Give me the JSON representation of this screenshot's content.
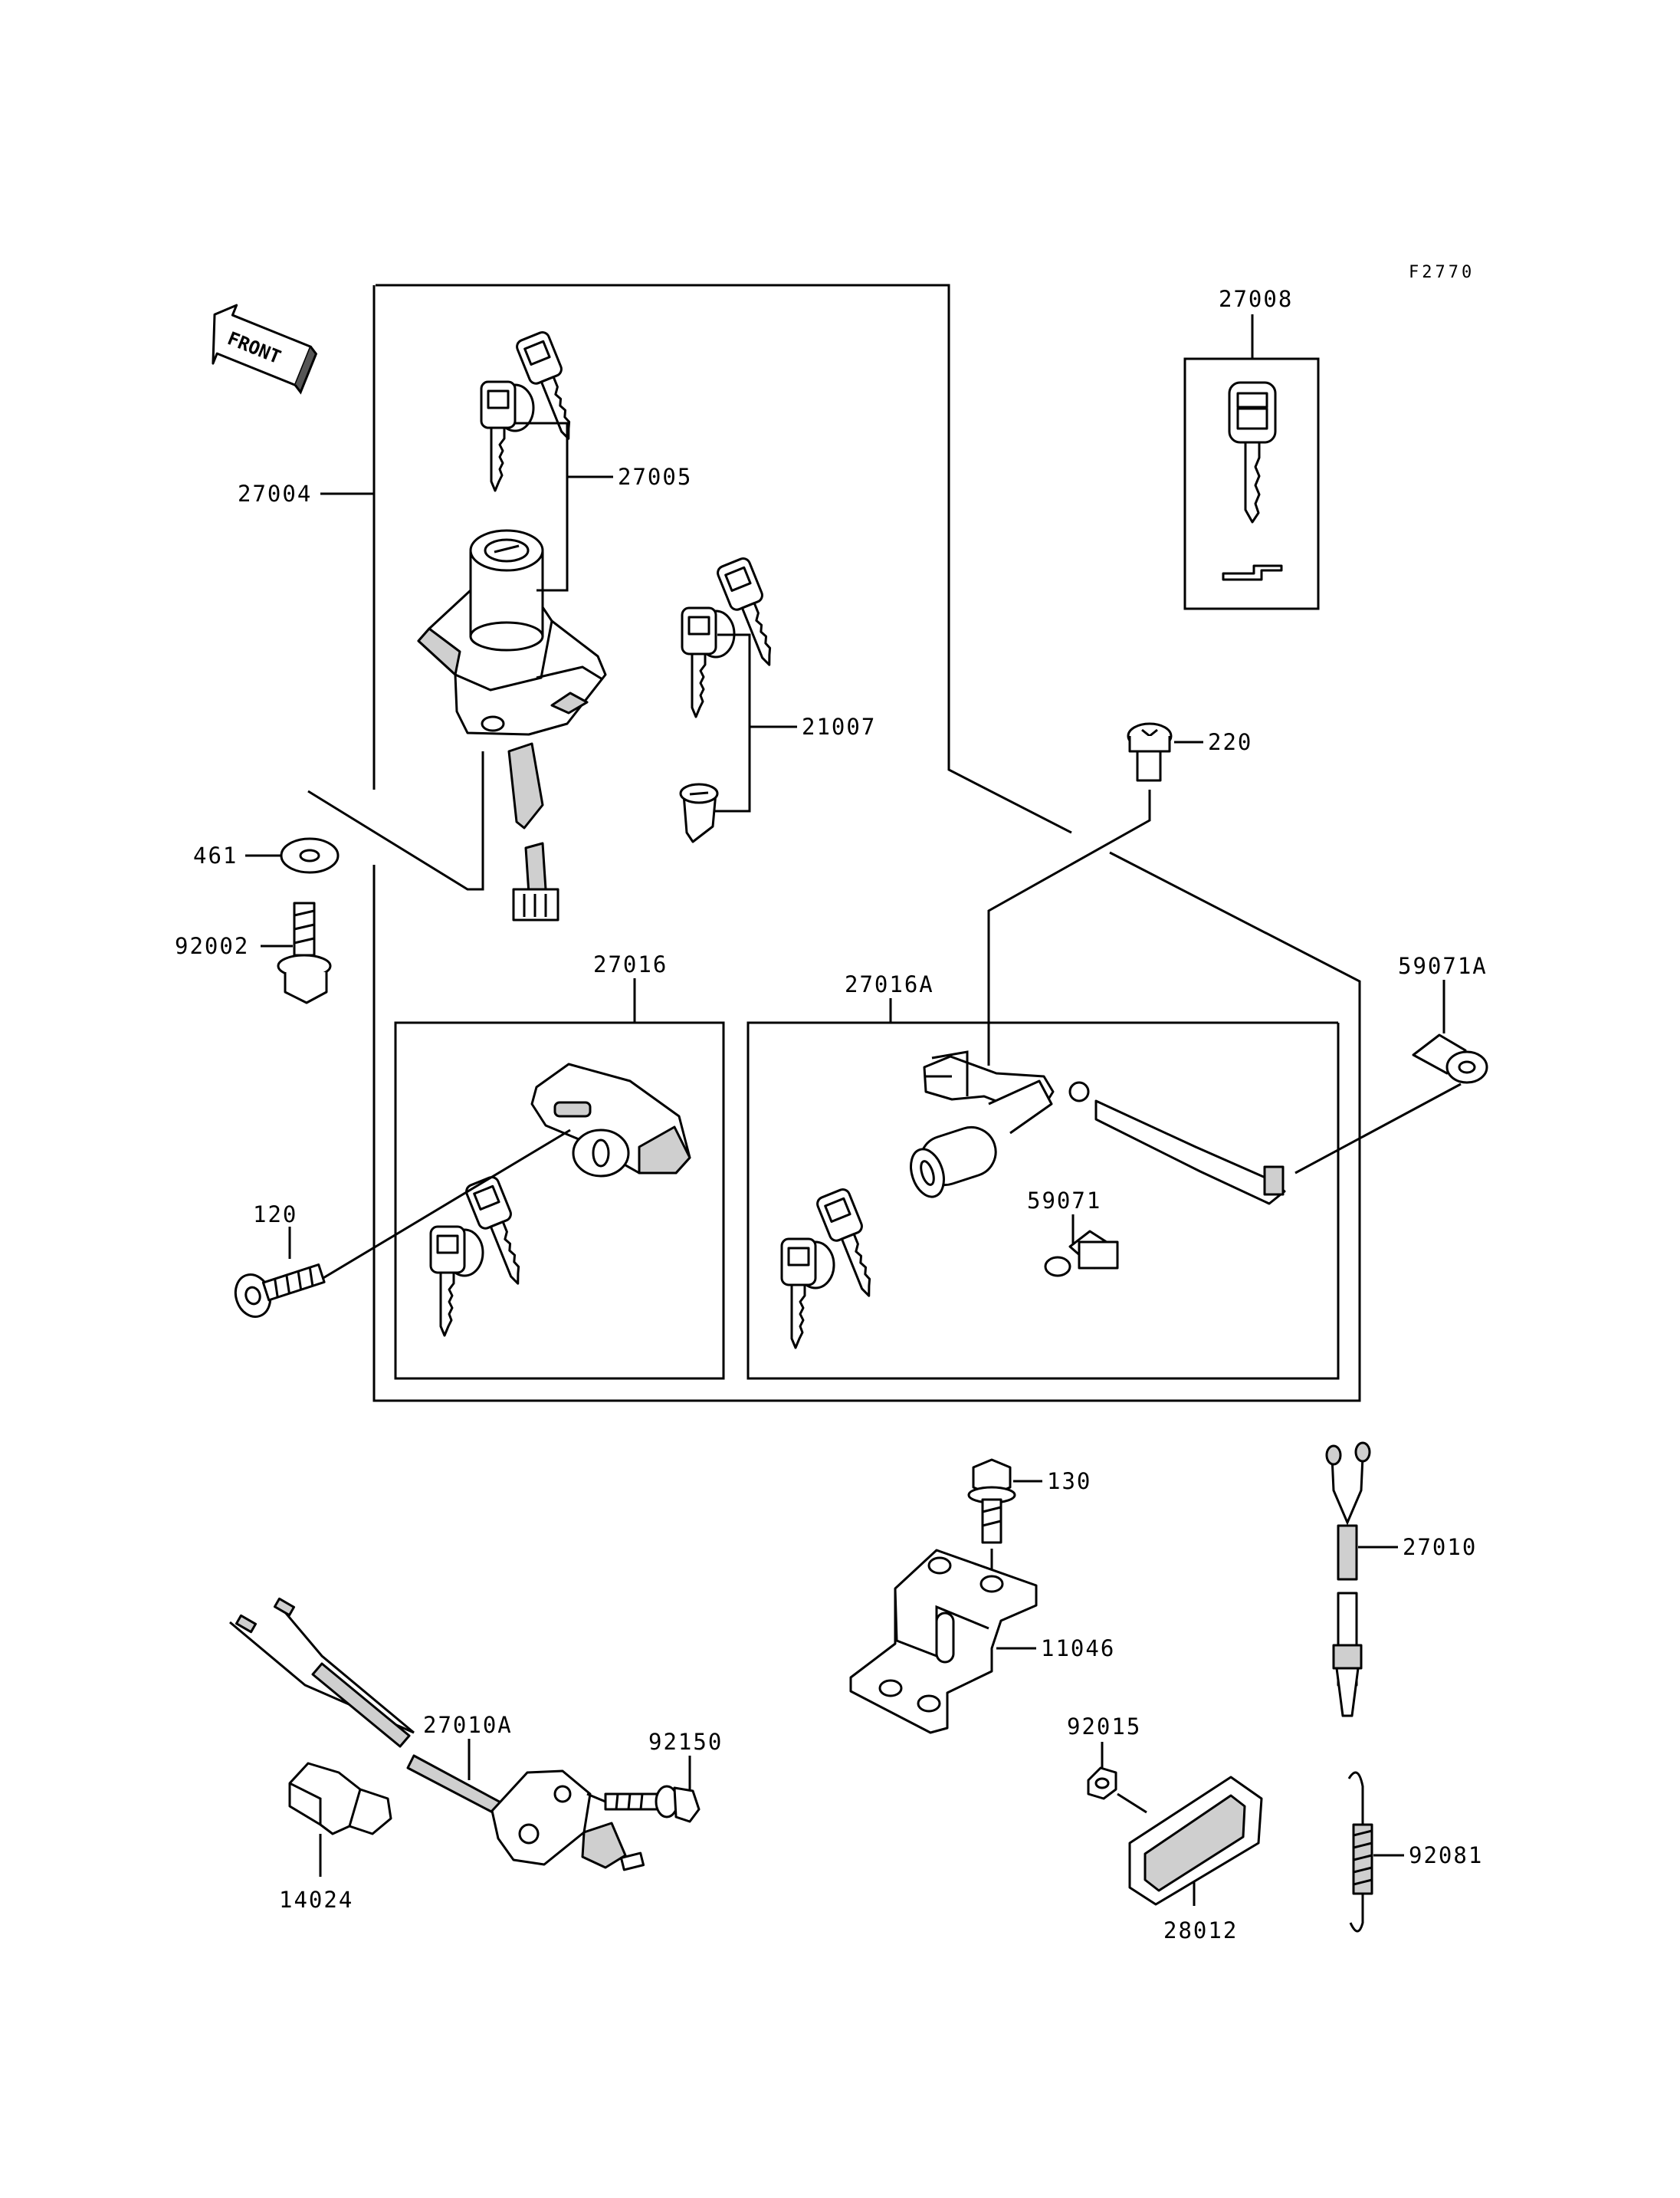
{
  "figure_code": "F2770",
  "front_marker": "FRONT",
  "parts": [
    {
      "key": "p27004",
      "label": "27004"
    },
    {
      "key": "p27005",
      "label": "27005"
    },
    {
      "key": "p21007",
      "label": "21007"
    },
    {
      "key": "p461",
      "label": "461"
    },
    {
      "key": "p92002",
      "label": "92002"
    },
    {
      "key": "p27016",
      "label": "27016"
    },
    {
      "key": "p27016A",
      "label": "27016A"
    },
    {
      "key": "p120",
      "label": "120"
    },
    {
      "key": "p59071",
      "label": "59071"
    },
    {
      "key": "p59071A",
      "label": "59071A"
    },
    {
      "key": "p220",
      "label": "220"
    },
    {
      "key": "p27008",
      "label": "27008"
    },
    {
      "key": "p130",
      "label": "130"
    },
    {
      "key": "p11046",
      "label": "11046"
    },
    {
      "key": "p27010",
      "label": "27010"
    },
    {
      "key": "p92015",
      "label": "92015"
    },
    {
      "key": "p28012",
      "label": "28012"
    },
    {
      "key": "p92081",
      "label": "92081"
    },
    {
      "key": "p27010A",
      "label": "27010A"
    },
    {
      "key": "p92150",
      "label": "92150"
    },
    {
      "key": "p14024",
      "label": "14024"
    }
  ]
}
